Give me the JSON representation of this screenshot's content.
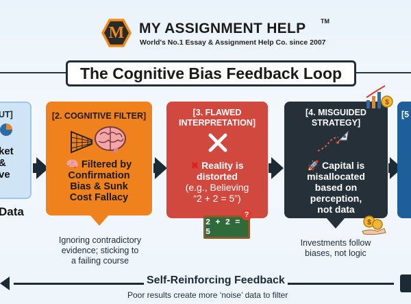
{
  "header": {
    "logo_letter": "M",
    "brand_name": "MY ASSIGNMENT HELP",
    "trademark": "TM",
    "tagline": "World's No.1 Essay & Assignment Help Co. since 2007"
  },
  "title": "The Cognitive Bias Feedback Loop",
  "steps": [
    {
      "head": "UT]",
      "body_lines": [
        "ket",
        "&",
        "ve"
      ],
      "below": "Data"
    },
    {
      "head": "[2. COGNITIVE FILTER]",
      "body_lines": [
        "Filtered by",
        "Confirmation",
        "Bias & Sunk",
        "Cost Fallacy"
      ],
      "caption_lines": [
        "Ignoring contradictory",
        "evidence; sticking to",
        "a failing course"
      ]
    },
    {
      "head_lines": [
        "[3. FLAWED",
        "INTERPRETATION]"
      ],
      "body_lines": [
        "Reality is",
        "distorted",
        "(e.g., Believing",
        "“2 + 2 = 5”)"
      ],
      "board_text": "2 + 2 = 5",
      "board_badge": "?"
    },
    {
      "head_lines": [
        "[4. MISGUIDED",
        "STRATEGY]"
      ],
      "body_lines": [
        "Capital is",
        "misallocated",
        "based on",
        "perception,",
        "not data"
      ],
      "caption_lines": [
        "Investments follow",
        "biases, not logic"
      ]
    },
    {
      "head": "[5"
    }
  ],
  "feedback": {
    "title": "Self-Reinforcing Feedback",
    "subtitle": "Poor results create more ‘noise’ data to filter"
  },
  "colors": {
    "orange": "#f0821d",
    "red": "#d1483f",
    "dark": "#263038",
    "blue": "#1f5f99",
    "light_blue": "#cfe5f6"
  }
}
